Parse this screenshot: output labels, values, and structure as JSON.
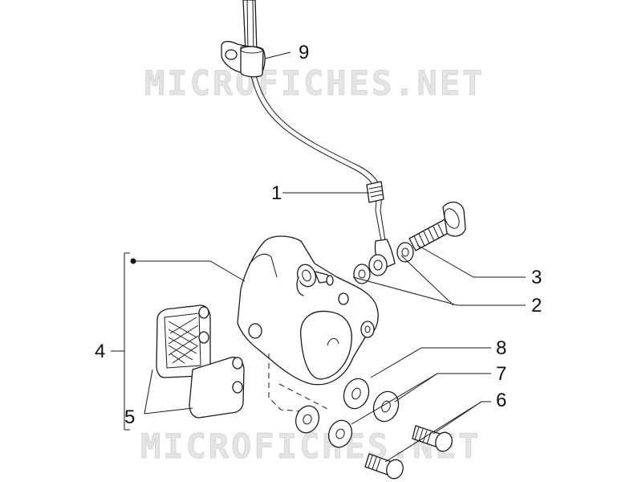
{
  "watermark": {
    "text": "MICROFICHES.NET",
    "color": "#e0e0e0"
  },
  "callouts": {
    "c1": "1",
    "c2": "2",
    "c3": "3",
    "c4": "4",
    "c5": "5",
    "c6": "6",
    "c7": "7",
    "c8": "8",
    "c9": "9"
  },
  "colors": {
    "line": "#1a1a1a",
    "background": "#ffffff"
  }
}
